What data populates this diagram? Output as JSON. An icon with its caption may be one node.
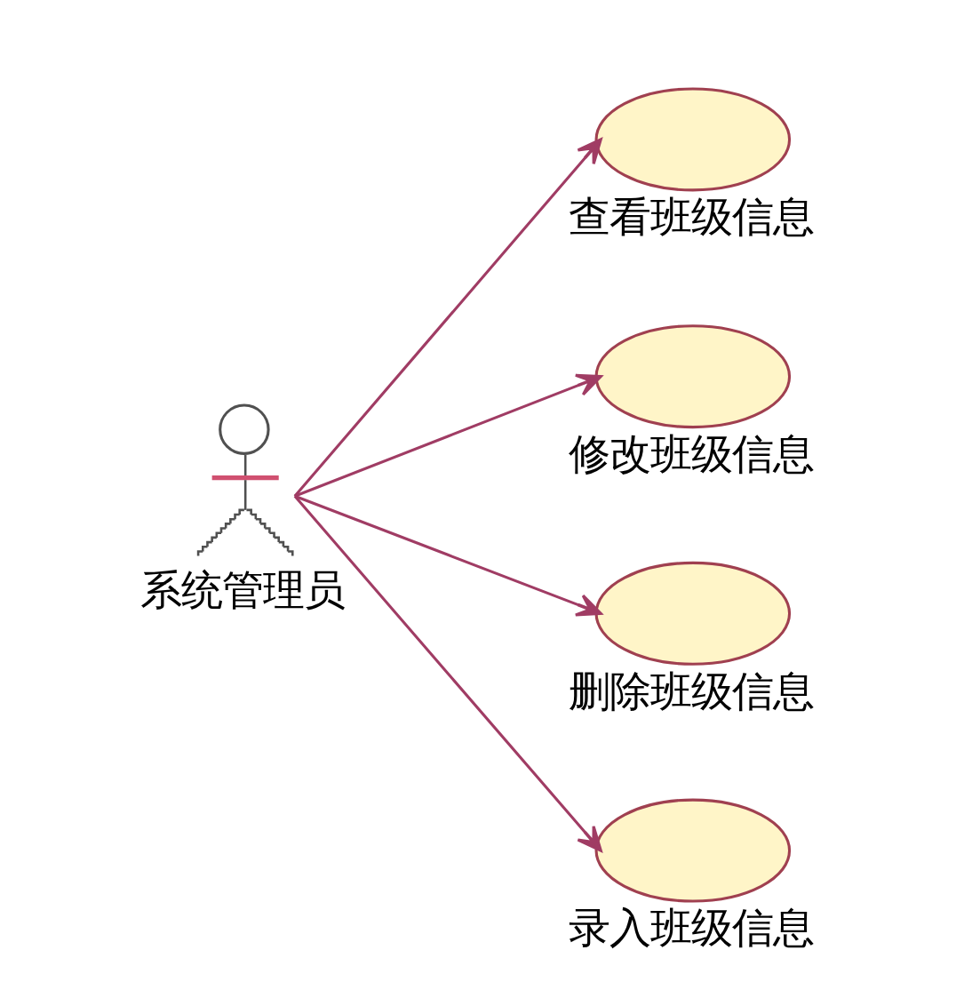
{
  "diagram": {
    "nodes": [
      {
        "text": [
          "系统管理员"
        ]
      },
      {
        "text": [
          "查看班级信息"
        ]
      },
      {
        "text": [
          "修改班级信息"
        ]
      },
      {
        "text": [
          "删除班级信息"
        ]
      },
      {
        "text": [
          "录入班级信息"
        ]
      }
    ],
    "edges": [
      {
        "from": 0,
        "to": 1,
        "arrow": "to"
      },
      {
        "from": 0,
        "to": 2,
        "arrow": "to"
      },
      {
        "from": 0,
        "to": 3,
        "arrow": "to"
      },
      {
        "from": 0,
        "to": 4,
        "arrow": "to"
      }
    ]
  }
}
